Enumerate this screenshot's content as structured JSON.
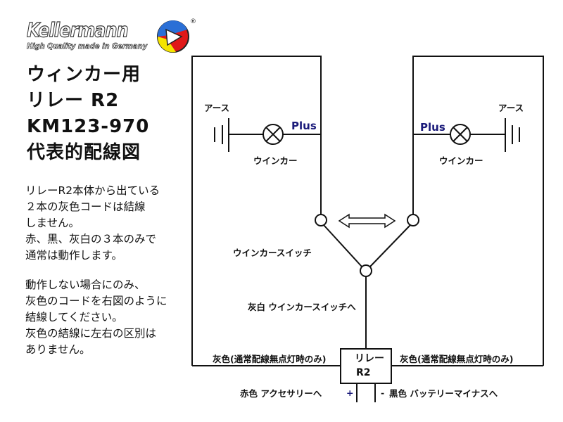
{
  "logo": {
    "brand": "Kellermann",
    "tagline": "High Quality made in Germany",
    "mark": "®",
    "colors": {
      "blue": "#2a6fd6",
      "yellow": "#f5e400",
      "red": "#e01818"
    }
  },
  "title": [
    "ウィンカー用",
    "リレー R2",
    "KM123-970",
    "代表的配線図"
  ],
  "notes": [
    [
      "リレーR2本体から出ている",
      "２本の灰色コードは結線",
      "しません。",
      "赤、黒、灰白の３本のみで",
      "通常は動作します。"
    ],
    [
      "動作しない場合にのみ、",
      "灰色のコードを右図のように",
      "結線してください。",
      "灰色の結線に左右の区別は",
      "ありません。"
    ]
  ],
  "diagram": {
    "left": {
      "ground": "アース",
      "plus": "Plus",
      "lamp": "ウインカー"
    },
    "right": {
      "ground": "アース",
      "plus": "Plus",
      "lamp": "ウインカー"
    },
    "switch": "ウインカースイッチ",
    "switch_wire": "灰白 ウインカースイッチへ",
    "gray_left": "灰色(通常配線無点灯時のみ)",
    "gray_right": "灰色(通常配線無点灯時のみ)",
    "relay": [
      "リレー",
      "R2"
    ],
    "plus_sign": "+",
    "minus_sign": "-",
    "red_wire": "赤色 アクセサリーへ",
    "black_wire": "黒色 バッテリーマイナスへ"
  }
}
